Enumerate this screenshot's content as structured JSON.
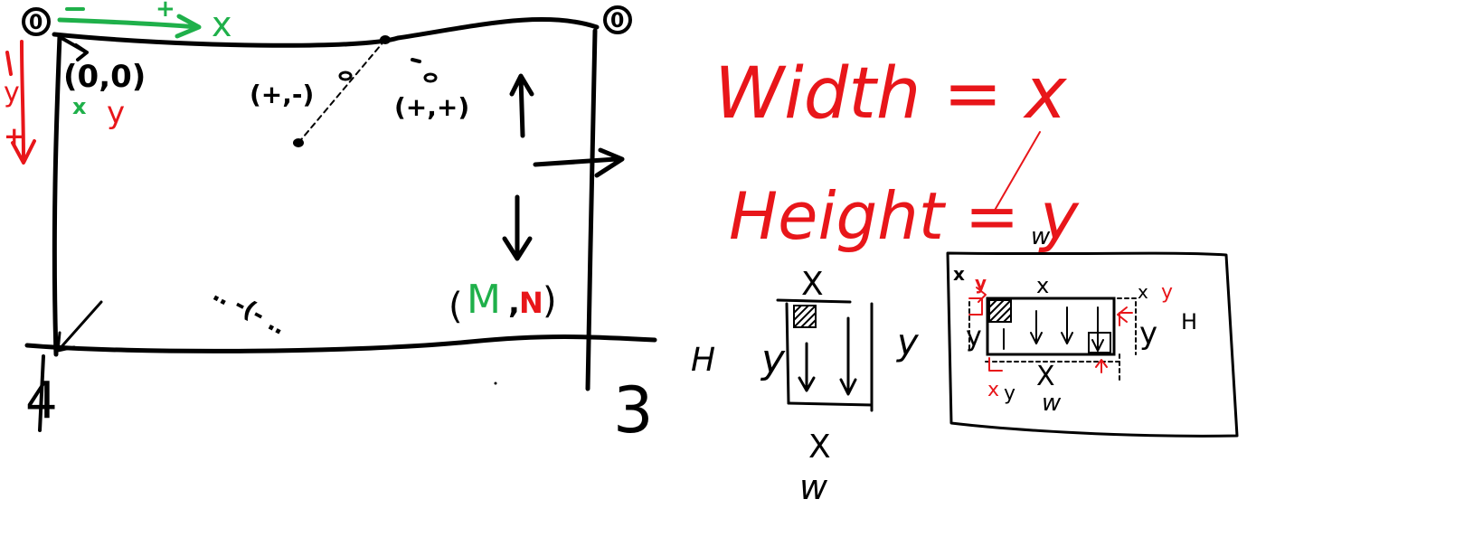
{
  "colors": {
    "ink": "#000000",
    "red": "#e8161a",
    "green": "#1fb04a",
    "background": "#ffffff"
  },
  "main_sketch": {
    "corner_labels": {
      "top_left": "0",
      "top_right": "0",
      "bottom_left": "4",
      "bottom_right": "3"
    },
    "x_axis_label": "x",
    "x_axis_plus": "+",
    "y_axis_label": "y",
    "y_axis_plus": "+",
    "origin_label": "(0,0)",
    "origin_x": "x",
    "origin_y": "y",
    "point_plus_minus": "(+,-)",
    "point_plus_plus": "(+,+)",
    "bottom_dots": "‥ -(- ‥",
    "end_open": "(",
    "end_m": "M",
    "end_comma": ",",
    "end_n": "N",
    "end_close": ")"
  },
  "formulas": {
    "width": "Width = x",
    "height": "Height = y"
  },
  "column_diagram": {
    "top_label": "X",
    "left_h": "H",
    "left_y": "y",
    "right_y": "y",
    "bottom_x": "X",
    "bottom_w": "w"
  },
  "nested_diagram": {
    "outer_top_w": "w",
    "outer_right_h": "H",
    "inner_top_x": "x",
    "corner_x_left": "x",
    "corner_y_left": "y",
    "corner_x_right": "x",
    "corner_y_right": "y",
    "inner_left_y": "y",
    "inner_right_y": "y",
    "inner_bottom_x": "X",
    "inner_bottom_w": "w",
    "bottom_red_x": "x",
    "bottom_y": "y"
  }
}
